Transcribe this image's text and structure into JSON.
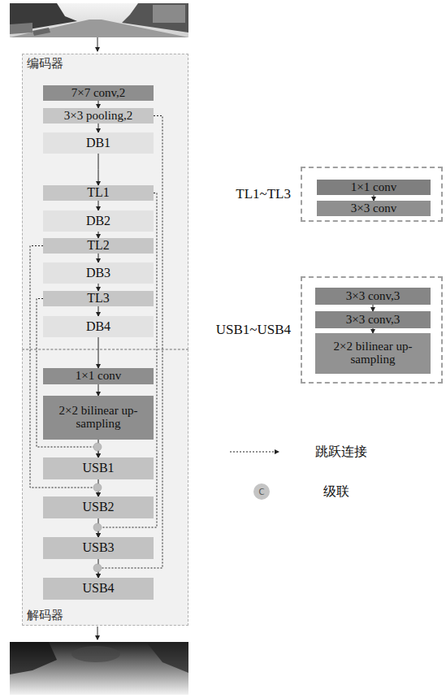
{
  "diagram": {
    "nodes": [
      {
        "text": [
          "编码器"
        ]
      },
      {
        "text": [
          "7×7 conv,2"
        ],
        "in": 0
      },
      {
        "text": [
          "3×3 pooling,2"
        ],
        "in": 0
      },
      {
        "text": [
          "DB1"
        ],
        "in": 0
      },
      {
        "text": [
          "TL1"
        ],
        "in": 0
      },
      {
        "text": [
          "DB2"
        ],
        "in": 0
      },
      {
        "text": [
          "TL2"
        ],
        "in": 0
      },
      {
        "text": [
          "DB3"
        ],
        "in": 0
      },
      {
        "text": [
          "TL3"
        ],
        "in": 0
      },
      {
        "text": [
          "DB4"
        ],
        "in": 0
      },
      {
        "text": [
          "解码器"
        ]
      },
      {
        "text": [
          "1×1 conv"
        ],
        "in": 10
      },
      {
        "text": [
          "2×2 bilinear up-sampling"
        ],
        "in": 10
      },
      {
        "text": [
          "USB1"
        ],
        "in": 10
      },
      {
        "text": [
          "USB2"
        ],
        "in": 10
      },
      {
        "text": [
          "USB3"
        ],
        "in": 10
      },
      {
        "text": [
          "USB4"
        ],
        "in": 10
      },
      {
        "text": [
          "TL1~TL3"
        ]
      },
      {
        "text": [
          "1×1 conv"
        ],
        "in": 17
      },
      {
        "text": [
          "3×3 conv"
        ],
        "in": 17
      },
      {
        "text": [
          "USB1~USB4"
        ]
      },
      {
        "text": [
          "3×3 conv,3"
        ],
        "in": 20
      },
      {
        "text": [
          "3×3 conv,3"
        ],
        "in": 20
      },
      {
        "text": [
          "2×2 bilinear up-sampling"
        ],
        "in": 20
      }
    ],
    "edges": [
      {
        "from": 1,
        "to": 2,
        "arrow": "to"
      },
      {
        "from": 2,
        "to": 3,
        "arrow": "to"
      },
      {
        "from": 3,
        "to": 4,
        "arrow": "to"
      },
      {
        "from": 4,
        "to": 5,
        "arrow": "to"
      },
      {
        "from": 5,
        "to": 6,
        "arrow": "to"
      },
      {
        "from": 6,
        "to": 7,
        "arrow": "to"
      },
      {
        "from": 7,
        "to": 8,
        "arrow": "to"
      },
      {
        "from": 8,
        "to": 9,
        "arrow": "to"
      },
      {
        "from": 9,
        "to": 11,
        "arrow": "to"
      },
      {
        "from": 11,
        "to": 12,
        "arrow": "to"
      },
      {
        "from": 12,
        "to": 13,
        "arrow": "to"
      },
      {
        "from": 13,
        "to": 14,
        "arrow": "to"
      },
      {
        "from": 14,
        "to": 15,
        "arrow": "to"
      },
      {
        "from": 15,
        "to": 16,
        "arrow": "to"
      },
      {
        "from": 2,
        "to": 16,
        "arrow": "to"
      },
      {
        "from": 4,
        "to": 15,
        "arrow": "to"
      },
      {
        "from": 6,
        "to": 14,
        "arrow": "to"
      },
      {
        "from": 8,
        "to": 13,
        "arrow": "to"
      },
      {
        "from": 18,
        "to": 19,
        "arrow": "to"
      },
      {
        "from": 21,
        "to": 22,
        "arrow": "to"
      },
      {
        "from": 22,
        "to": 23,
        "arrow": "to"
      }
    ],
    "labels": [
      "C"
    ],
    "legend": [
      {
        "text": "跳跃连接"
      },
      {
        "text": "级联"
      }
    ]
  }
}
